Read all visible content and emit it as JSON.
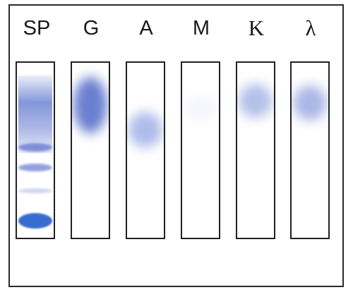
{
  "figure": {
    "lanes": [
      {
        "id": "sp",
        "label": "SP"
      },
      {
        "id": "g",
        "label": "G"
      },
      {
        "id": "a",
        "label": "A"
      },
      {
        "id": "m",
        "label": "M"
      },
      {
        "id": "k",
        "label": "K"
      },
      {
        "id": "l",
        "label": "λ"
      }
    ],
    "colors": {
      "band": "#3f5fc8",
      "band_light": "#8fa0df",
      "outline": "#222222"
    }
  }
}
